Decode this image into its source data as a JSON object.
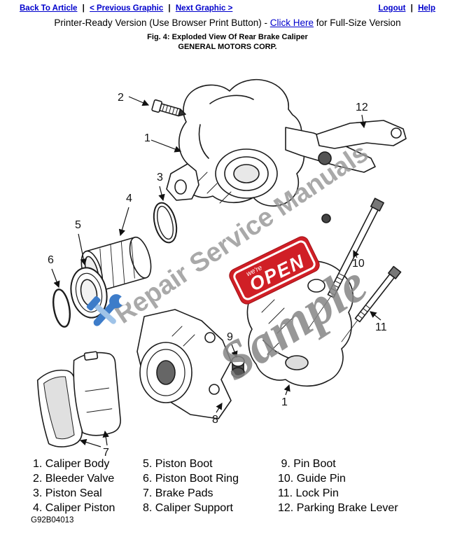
{
  "nav": {
    "back_to_article": "Back To Article",
    "previous_graphic": "< Previous Graphic",
    "next_graphic": "Next Graphic >",
    "logout": "Logout",
    "help": "Help",
    "separator": "|"
  },
  "title": {
    "prefix": "Printer-Ready Version (Use Browser Print Button) - ",
    "link_text": "Click Here",
    "suffix": " for Full-Size Version",
    "figure_caption": "Fig. 4: Exploded View Of Rear Brake Caliper",
    "company": "GENERAL MOTORS CORP."
  },
  "diagram": {
    "callouts": {
      "n1": "1",
      "n2": "2",
      "n3": "3",
      "n4": "4",
      "n5": "5",
      "n6": "6",
      "n7": "7",
      "n8": "8",
      "n9": "9",
      "n10": "10",
      "n11": "11",
      "n12": "12"
    },
    "watermark": {
      "brand": "Repair Service Manuals",
      "sample": "Sample",
      "open_small": "we're",
      "open": "OPEN"
    }
  },
  "legend": {
    "col1": [
      "1. Caliper Body",
      "2. Bleeder Valve",
      "3. Piston Seal",
      "4. Caliper Piston"
    ],
    "col2": [
      "5. Piston Boot",
      "6. Piston Boot Ring",
      "7. Brake Pads",
      "8. Caliper Support"
    ],
    "col3": [
      " 9. Pin Boot",
      "10. Guide Pin",
      "11. Lock Pin",
      "12. Parking Brake Lever"
    ]
  },
  "footer": {
    "figure_id": "G92B04013"
  },
  "theme": {
    "link_blue": "#0000cc",
    "open_red": "#d01f26",
    "watermark_gray": "#979797",
    "tool_blue": "#3d7cc9"
  }
}
